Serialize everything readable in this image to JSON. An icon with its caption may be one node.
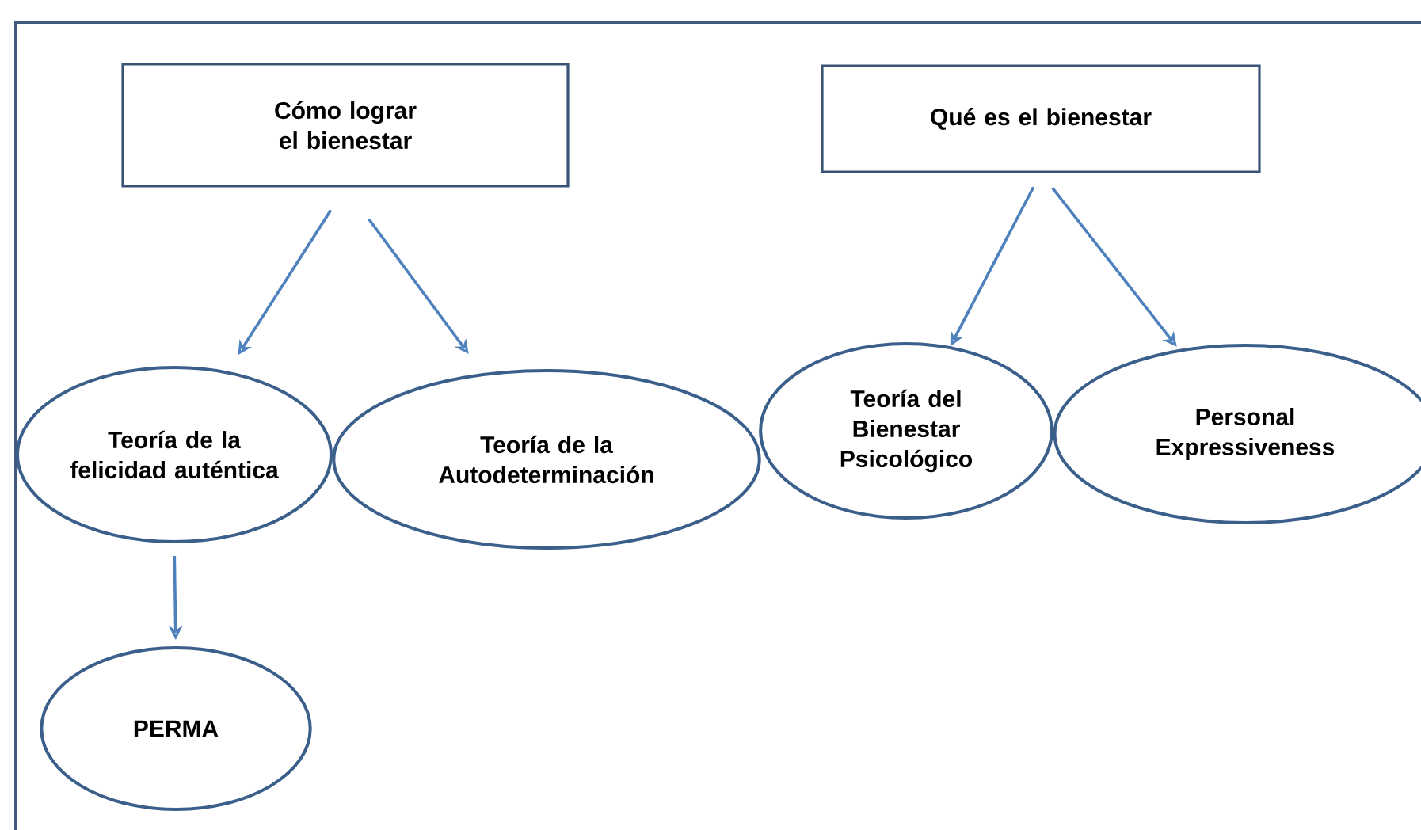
{
  "diagram": {
    "nodes": [
      {
        "text": [
          "Cómo lograr el bienestar"
        ]
      },
      {
        "text": [
          "Qué es el bienestar"
        ]
      },
      {
        "text": [
          "Teoría de la felicidad auténtica"
        ]
      },
      {
        "text": [
          "Teoría de la Autodeterminación"
        ]
      },
      {
        "text": [
          "Teoría del Bienestar Psicológico"
        ]
      },
      {
        "text": [
          "Personal Expressiveness"
        ]
      },
      {
        "text": [
          "PERMA"
        ]
      }
    ],
    "edges": [
      {
        "from": 0,
        "to": 2,
        "arrow": "to"
      },
      {
        "from": 0,
        "to": 3,
        "arrow": "to"
      },
      {
        "from": 1,
        "to": 4,
        "arrow": "to"
      },
      {
        "from": 1,
        "to": 5,
        "arrow": "to"
      },
      {
        "from": 2,
        "to": 6,
        "arrow": "to"
      }
    ]
  }
}
